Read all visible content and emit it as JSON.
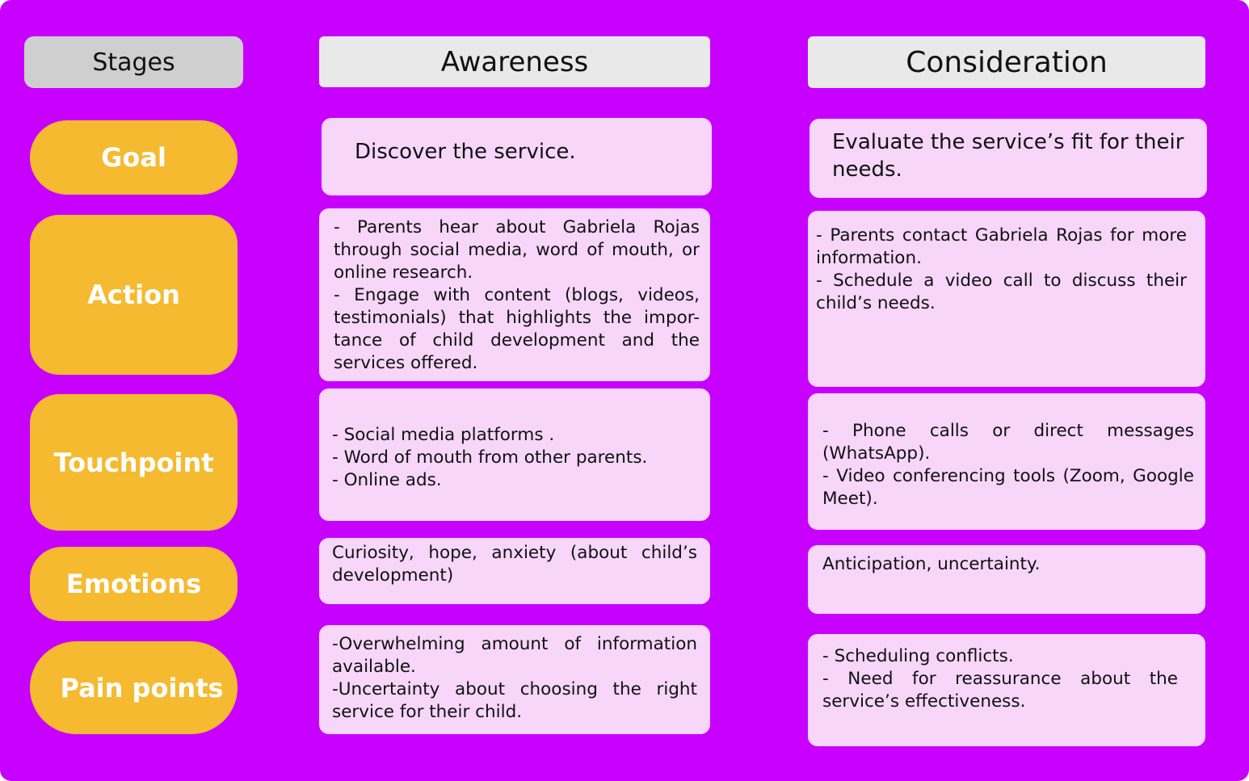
{
  "headers": {
    "stages": "Stages",
    "awareness": "Awareness",
    "consideration": "Consideration"
  },
  "stages": {
    "goal": "Goal",
    "action": "Action",
    "touchpoint": "Touchpoint",
    "emotions": "Emotions",
    "pain_points": "Pain points"
  },
  "awareness": {
    "goal": "Discover the service.",
    "action": "- Parents hear about Gabriela Rojas through social media, word of mouth, or online research.\n- Engage with content (blogs, videos, testimonials) that highlights the impor-tance of child development and the services offered.",
    "touchpoint": "- Social media platforms .\n- Word of mouth from other parents.\n- Online ads.",
    "emotions": "Curiosity, hope, anxiety (about child’s development)",
    "pain_points": "-Overwhelming amount of information available.\n-Uncertainty about choosing the right service for their child."
  },
  "consideration": {
    "goal": "Evaluate the service’s fit for their needs.",
    "action": "- Parents contact Gabriela Rojas for more information.\n- Schedule a video call to discuss their child’s needs.",
    "touchpoint": "- Phone calls or direct messages (WhatsApp).\n- Video conferencing tools (Zoom, Google Meet).",
    "emotions": "Anticipation, uncertainty.",
    "pain_points": "- Scheduling conflicts.\n- Need for reassurance about the service’s effectiveness."
  },
  "colors": {
    "background": "#c800ff",
    "stage_pill": "#f5ba2f",
    "card": "#f7d6fa",
    "header": "#e9e9e9",
    "stages_header": "#cfcfcf"
  }
}
